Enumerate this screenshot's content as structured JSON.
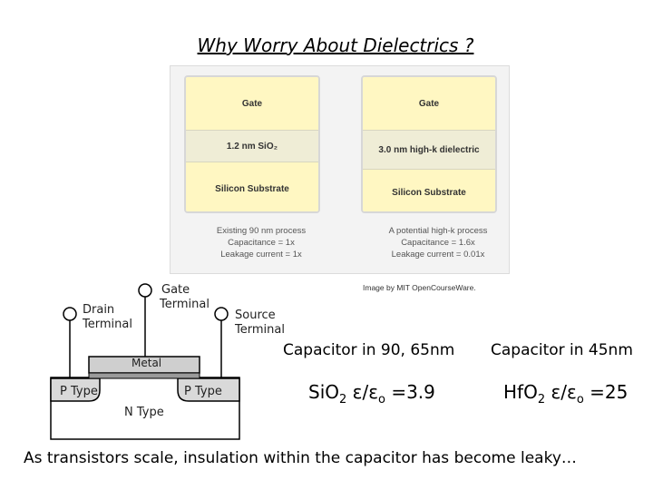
{
  "title": "Why Worry About Dielectrics ?",
  "figure": {
    "left_stack": {
      "gate": "Gate",
      "dielectric": "1.2 nm SiO₂",
      "substrate": "Silicon Substrate",
      "caption_lines": [
        "Existing 90 nm process",
        "Capacitance = 1x",
        "Leakage current = 1x"
      ]
    },
    "right_stack": {
      "gate": "Gate",
      "dielectric": "3.0 nm high-k dielectric",
      "substrate": "Silicon Substrate",
      "caption_lines": [
        "A potential high-k process",
        "Capacitance = 1.6x",
        "Leakage current = 0.01x"
      ]
    },
    "credit": "Image by MIT OpenCourseWare."
  },
  "transistor": {
    "drain_label": [
      "Drain",
      "Terminal"
    ],
    "gate_label": [
      "Gate",
      "Terminal"
    ],
    "source_label": [
      "Source",
      "Terminal"
    ],
    "metal_label": "Metal",
    "ptype_left": "P Type",
    "ptype_right": "P Type",
    "ntype": "N Type"
  },
  "capacitors": {
    "left_heading": "Capacitor in 90, 65nm",
    "right_heading": "Capacitor in 45nm",
    "left_formula": {
      "material": "SiO",
      "sub": "2",
      "epsilon": "ε/ε",
      "eps_sub": "o",
      "value": " =3.9"
    },
    "right_formula": {
      "material": "HfO",
      "sub": "2",
      "epsilon": "ε/ε",
      "eps_sub": "o",
      "value": " =25"
    }
  },
  "bottom_text": "As transistors scale, insulation within the capacitor has become leaky…",
  "colors": {
    "layer_yellow": "#fff7c2",
    "dielectric": "#efedd6",
    "metal": "#c8c8c8",
    "ptype": "#d9d9d9"
  }
}
